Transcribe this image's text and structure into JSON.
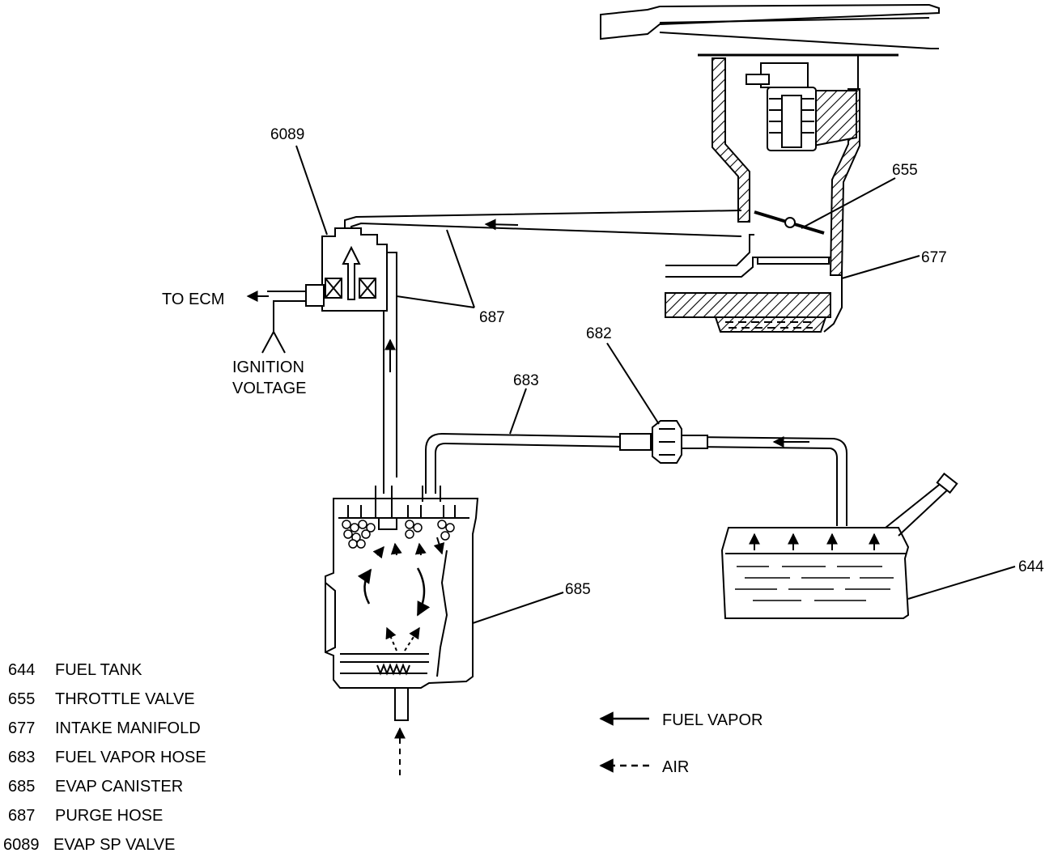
{
  "callouts": {
    "c6089": "6089",
    "c655": "655",
    "c677": "677",
    "c687": "687",
    "c682": "682",
    "c683": "683",
    "c685": "685",
    "c644": "644"
  },
  "labels": {
    "to_ecm": "TO ECM",
    "ignition_line1": "IGNITION",
    "ignition_line2": "VOLTAGE"
  },
  "legend": [
    {
      "num": "644",
      "text": "FUEL TANK"
    },
    {
      "num": "655",
      "text": "THROTTLE VALVE"
    },
    {
      "num": "677",
      "text": "INTAKE MANIFOLD"
    },
    {
      "num": "683",
      "text": "FUEL VAPOR HOSE"
    },
    {
      "num": "685",
      "text": "EVAP CANISTER"
    },
    {
      "num": "687",
      "text": "PURGE HOSE"
    },
    {
      "num": "6089",
      "text": "EVAP SP VALVE"
    }
  ],
  "key": {
    "fuel_vapor": "FUEL VAPOR",
    "air": "AIR"
  }
}
